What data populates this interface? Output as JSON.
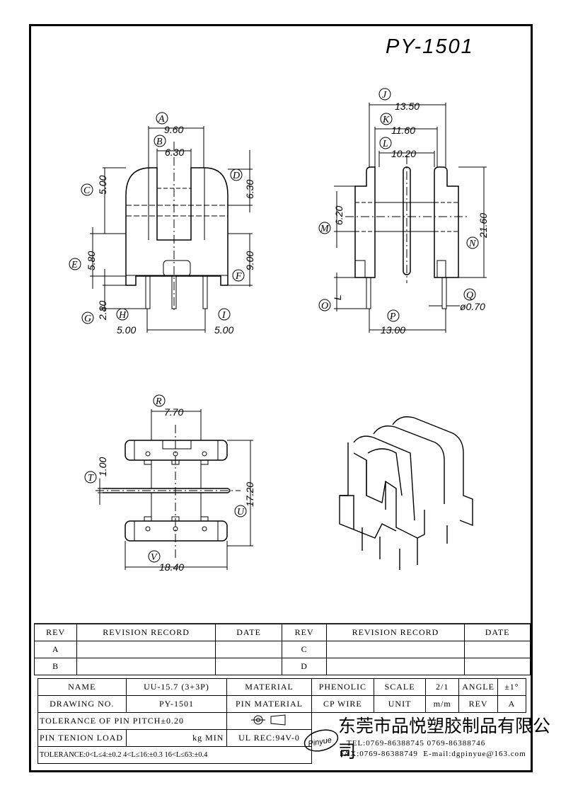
{
  "title": "PY-1501",
  "dims": {
    "A": "A",
    "B": "B",
    "C": "C",
    "D": "D",
    "E": "E",
    "F": "F",
    "G": "G",
    "H": "H",
    "I": "I",
    "J": "J",
    "K": "K",
    "L": "L",
    "M": "M",
    "N": "N",
    "O": "O",
    "P": "P",
    "Q": "Q",
    "R": "R",
    "T": "T",
    "U": "U",
    "V": "V",
    "v_9_60": "9.60",
    "v_6_30a": "6.30",
    "v_5_00a": "5.00",
    "v_6_30b": "6.30",
    "v_5_80": "5.80",
    "v_9_00": "9.00",
    "v_2_80": "2.80",
    "v_5_00b": "5.00",
    "v_5_00c": "5.00",
    "v_13_50": "13.50",
    "v_11_60": "11.60",
    "v_10_20": "10.20",
    "v_6_20": "6.20",
    "v_21_60": "21.60",
    "v_L": "L",
    "v_13_00": "13.00",
    "v_0_70": "ø0.70",
    "v_7_70": "7.70",
    "v_1_00": "1.00",
    "v_17_20": "17.20",
    "v_18_40": "18.40"
  },
  "revision_table": {
    "headers": [
      "REV",
      "REVISION RECORD",
      "DATE",
      "REV",
      "REVISION RECORD",
      "DATE"
    ],
    "rows": [
      [
        "A",
        "",
        "",
        "C",
        "",
        ""
      ],
      [
        "B",
        "",
        "",
        "D",
        "",
        ""
      ]
    ]
  },
  "info": {
    "name_label": "NAME",
    "name_value": "UU-15.7 (3+3P)",
    "material_label": "MATERIAL",
    "material_value": "PHENOLIC",
    "scale_label": "SCALE",
    "scale_value": "2/1",
    "angle_label": "ANGLE",
    "angle_value": "±1°",
    "drawing_label": "DRAWING NO.",
    "drawing_value": "PY-1501",
    "pin_material_label": "PIN MATERIAL",
    "pin_material_value": "CP WIRE",
    "unit_label": "UNIT",
    "unit_value": "m/m",
    "rev_label": "REV",
    "rev_value": "A",
    "tolerance_pitch": "TOLERANCE OF PIN PITCH±0.20",
    "pin_tension": "PIN TENION LOAD",
    "pin_tension_unit": "kg MIN",
    "ul_rec": "UL REC:94V-0",
    "tolerance": "TOLERANCE:0<L≤4:±0.2  4<L≤16:±0.3  16<L≤63:±0.4"
  },
  "company": {
    "logo_text": "Pinyue",
    "name": "东莞市品悦塑胶制品有限公司",
    "tel": "TEL:0769-86388745    0769-86388746",
    "fax": "FAX:0769-86388749",
    "email": "E-mail:dgpinyue@163.com"
  }
}
